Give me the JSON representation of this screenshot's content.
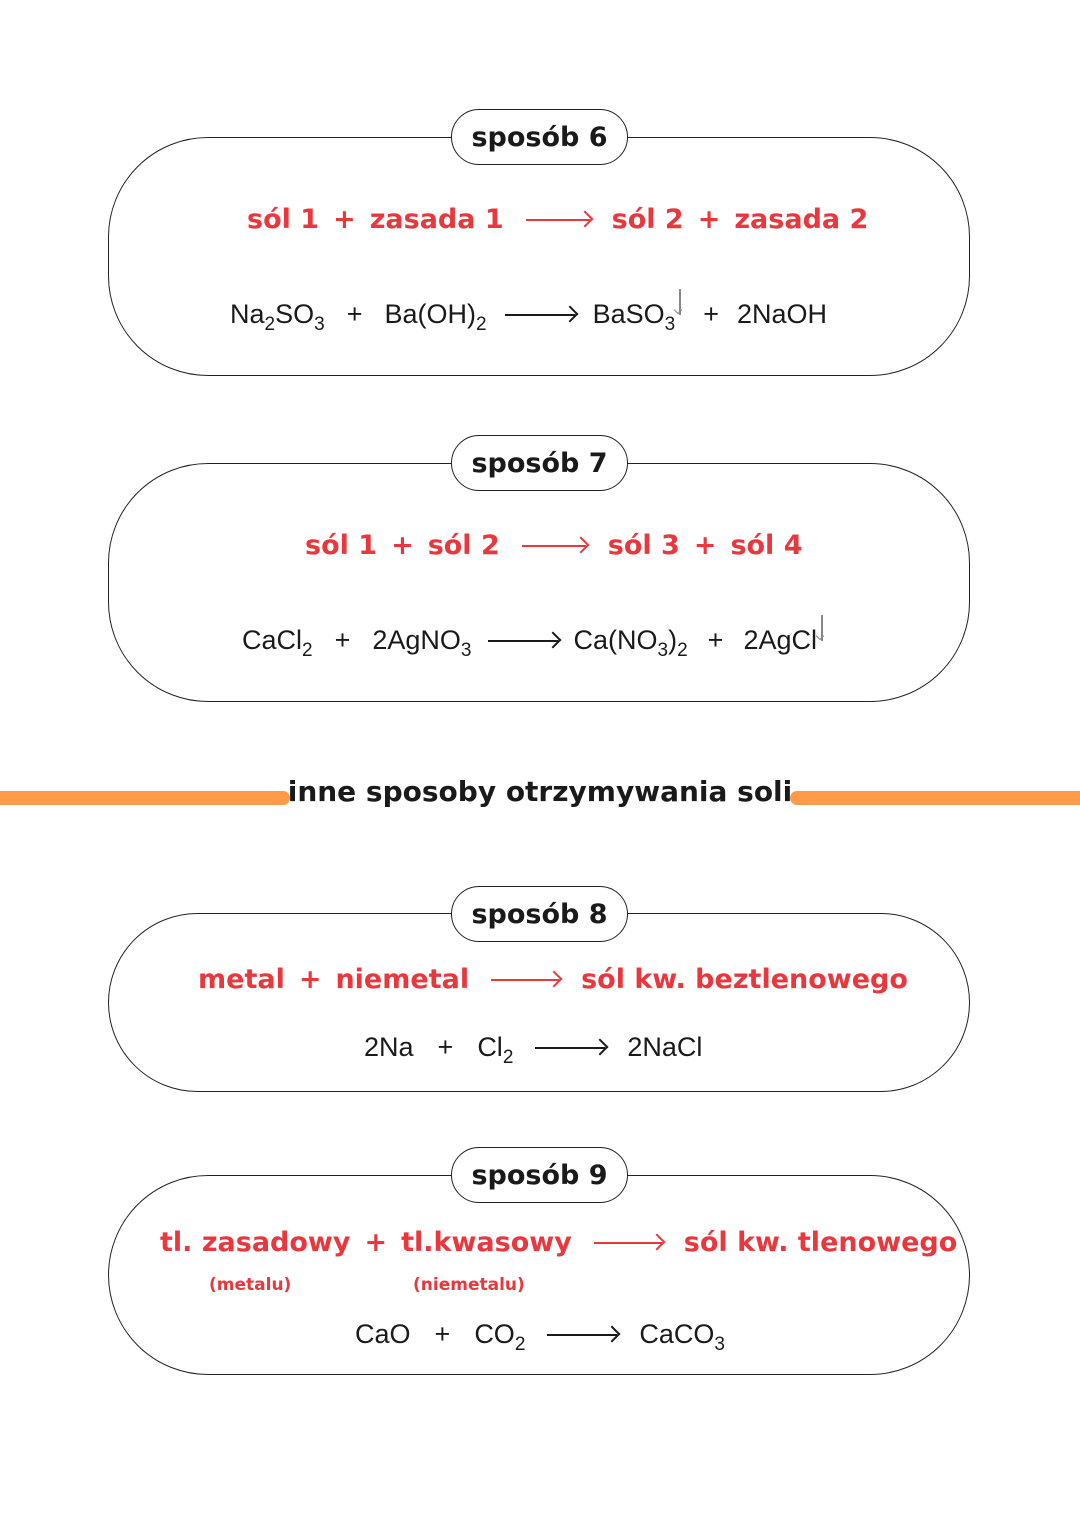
{
  "methods": [
    {
      "label": "sposób 6",
      "general": {
        "left1": "sól 1",
        "plus1": "+",
        "left2": "zasada 1",
        "right1": "sól 2",
        "plus2": "+",
        "right2": "zasada 2"
      },
      "example": {
        "r1": "Na",
        "r1_sub1": "2",
        "r1_b": "SO",
        "r1_sub2": "3",
        "plus1": "+",
        "r2": "Ba(OH)",
        "r2_sub": "2",
        "p1": "BaSO",
        "p1_sub": "3",
        "plus2": "+",
        "p2": "2NaOH"
      }
    },
    {
      "label": "sposób 7",
      "general": {
        "left1": "sól 1",
        "plus1": "+",
        "left2": "sól 2",
        "right1": "sól 3",
        "plus2": "+",
        "right2": "sól 4"
      },
      "example": {
        "r1": "CaCl",
        "r1_sub": "2",
        "plus1": "+",
        "r2": "2AgNO",
        "r2_sub": "3",
        "p1": "Ca(NO",
        "p1_sub1": "3",
        "p1_b": ")",
        "p1_sub2": "2",
        "plus2": "+",
        "p2": "2AgCl"
      }
    },
    {
      "label": "sposób 8",
      "general": {
        "left1": "metal",
        "plus1": "+",
        "left2": "niemetal",
        "right1": "sól kw. beztlenowego"
      },
      "example": {
        "r1": "2Na",
        "plus1": "+",
        "r2": "Cl",
        "r2_sub": "2",
        "p1": "2NaCl"
      }
    },
    {
      "label": "sposób 9",
      "general": {
        "left1": "tl. zasadowy",
        "plus1": "+",
        "left2": "tl.kwasowy",
        "right1": "sól kw. tlenowego",
        "note1": "(metalu)",
        "note2": "(niemetalu)"
      },
      "example": {
        "r1": "CaO",
        "plus1": "+",
        "r2": "CO",
        "r2_sub": "2",
        "p1": "CaCO",
        "p1_sub": "3"
      }
    }
  ],
  "section_title": "inne sposoby otrzymywania soli",
  "colors": {
    "accent_red": "#e8383d",
    "accent_orange": "#ff9a48",
    "text": "#1a1a1a"
  }
}
